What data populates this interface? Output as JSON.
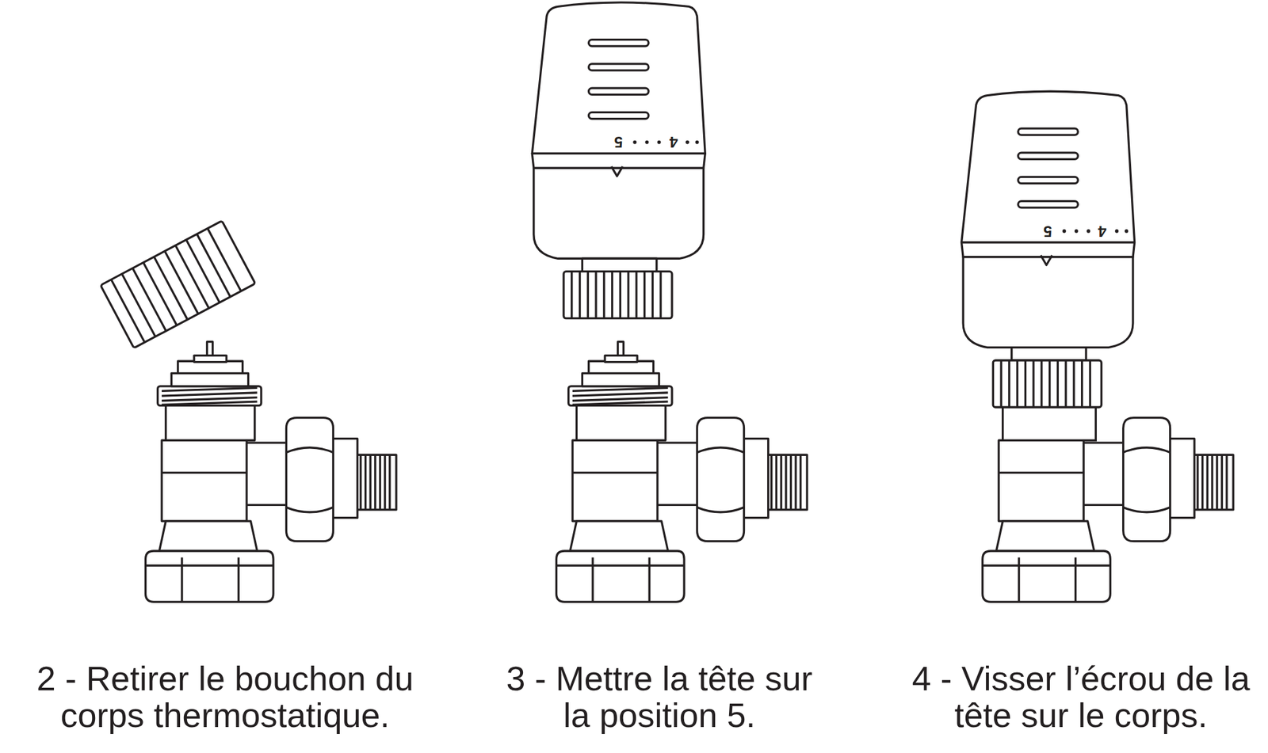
{
  "diagram": {
    "labels": [
      "5",
      "4",
      "5",
      "4",
      "2 - Retirer le bouchon du corps thermostatique.",
      "3 - Mettre la tête sur la position 5.",
      "4 - Visser l’écrou de la tête sur le corps."
    ]
  }
}
